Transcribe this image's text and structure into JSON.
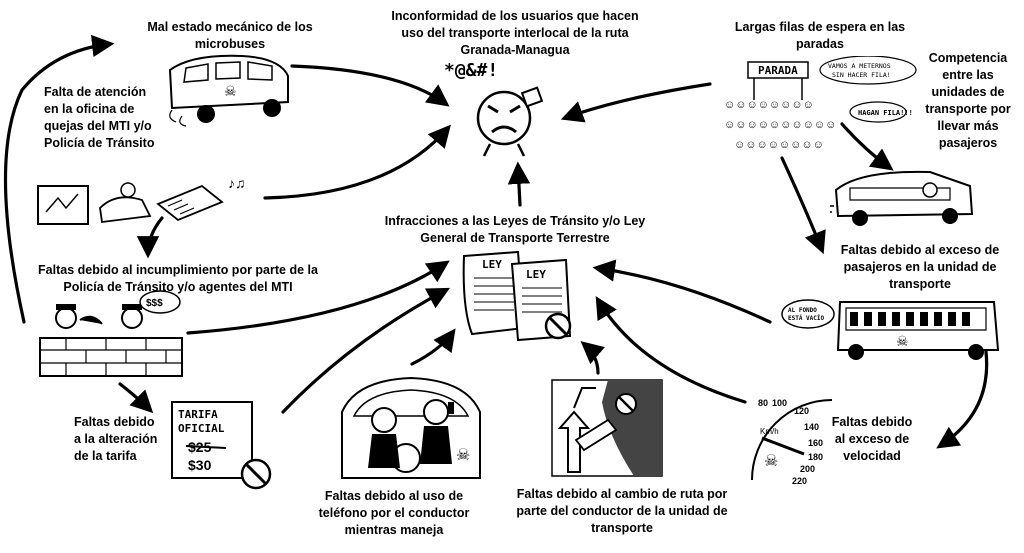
{
  "labels": {
    "central_user": "Inconformidad de los usuarios que hacen uso del transporte interlocal de la ruta Granada-Managua",
    "central_law": "Infracciones a las Leyes de Tránsito y/o Ley General de Transporte Terrestre",
    "mechanical": "Mal estado mecánico de los microbuses",
    "attention": "Falta de atención en la oficina de quejas del MTI y/o Policía de Tránsito",
    "police": "Faltas debido al incumplimiento por parte de la Policía de Tránsito y/o agentes del MTI",
    "tariff": "Faltas debido a la alteración de la tarifa",
    "phone": "Faltas debido al uso de teléfono por el conductor mientras maneja",
    "route": "Faltas debido al cambio de ruta por parte del conductor de la unidad de transporte",
    "speed": "Faltas debido al exceso de velocidad",
    "overload": "Faltas debido al exceso de pasajeros en la unidad de transporte",
    "queues": "Largas filas de espera en las paradas",
    "competition": "Competencia entre las unidades de transporte por llevar más pasajeros"
  },
  "sketch_text": {
    "swear": "*@&#!",
    "parada": "PARADA",
    "bubble1": "VAMOS A METERNOS SIN HACER FILA!",
    "bubble2": "HAGAN FILA!!!",
    "ley1": "LEY",
    "ley2": "LEY",
    "tarifa": "TARIFA OFICIAL",
    "old_price": "$25",
    "new_price": "$30",
    "fondo": "AL FONDO ESTÁ VACÍO",
    "money": "$$$",
    "speed_ticks": [
      "80",
      "100",
      "120",
      "140",
      "160",
      "180",
      "200",
      "220"
    ],
    "kmh": "Km/h"
  },
  "colors": {
    "ink": "#000000",
    "paper": "#ffffff",
    "shade": "#cfcfcf"
  }
}
